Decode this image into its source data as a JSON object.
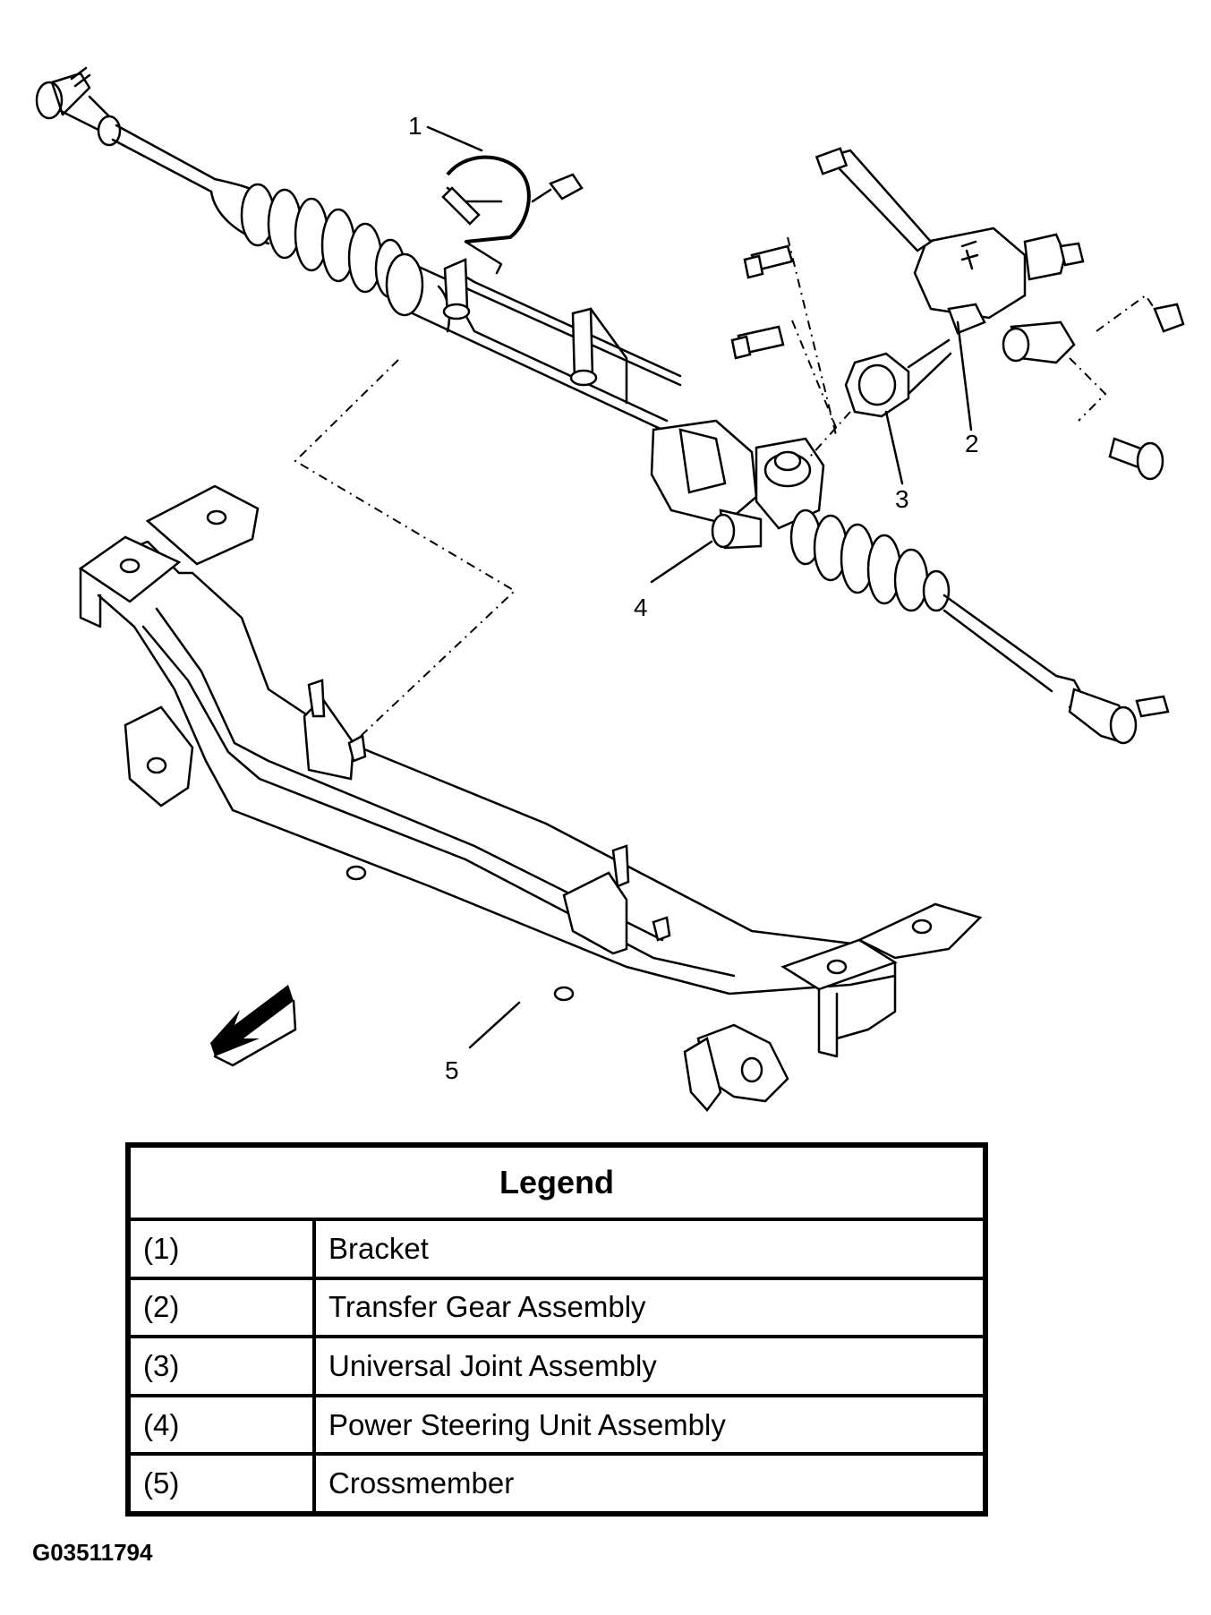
{
  "diagram": {
    "callouts": [
      "1",
      "2",
      "3",
      "4",
      "5"
    ]
  },
  "legend": {
    "title": "Legend",
    "rows": [
      {
        "num": "(1)",
        "label": "Bracket"
      },
      {
        "num": "(2)",
        "label": "Transfer Gear Assembly"
      },
      {
        "num": "(3)",
        "label": "Universal Joint Assembly"
      },
      {
        "num": "(4)",
        "label": "Power Steering Unit Assembly"
      },
      {
        "num": "(5)",
        "label": "Crossmember"
      }
    ]
  },
  "image_code": "G03511794"
}
